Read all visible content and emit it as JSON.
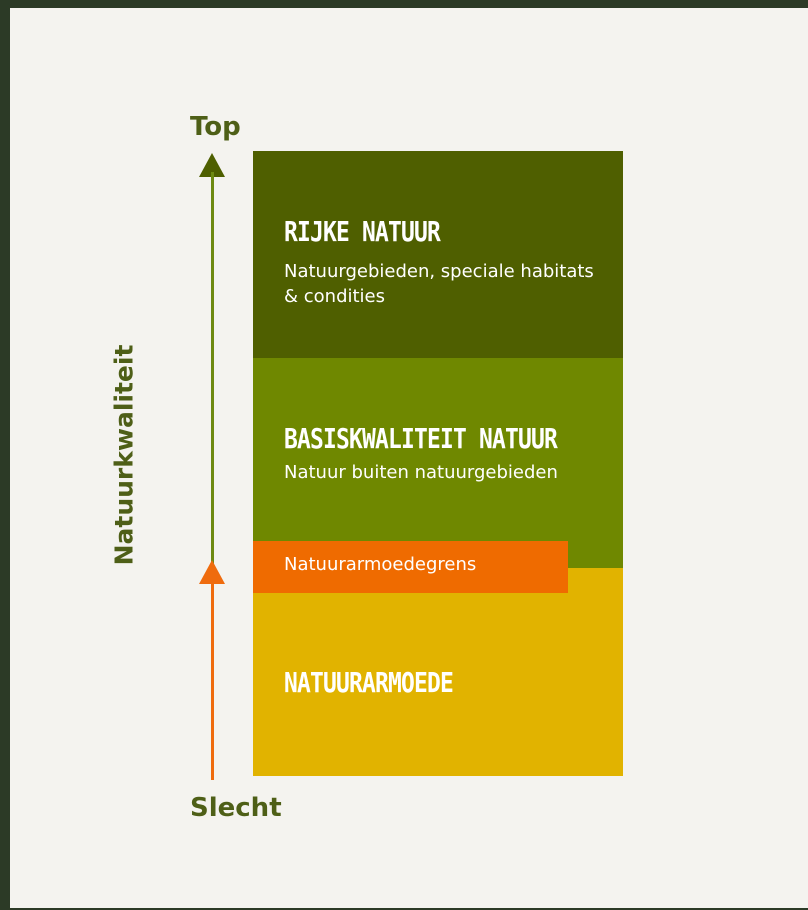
{
  "axis": {
    "top_label": "Top",
    "bottom_label": "Slecht",
    "title": "Natuurkwaliteit"
  },
  "levels": {
    "rich": {
      "title": "RIJKE NATUUR",
      "subtitle": "Natuurgebieden, speciale habitats & condities",
      "color": "#4f5f00"
    },
    "base": {
      "title": "BASISKWALITEIT NATUUR",
      "subtitle": "Natuur buiten natuurgebieden",
      "color": "#6f8800"
    },
    "poor": {
      "title": "NATUURARMOEDE",
      "color": "#e1b300"
    }
  },
  "boundary": {
    "label": "Natuurarmoedegrens",
    "color": "#ef6b00"
  },
  "colors": {
    "axis_green": "#4e5f17",
    "axis_orange": "#ef6b0d",
    "paper": "#f4f3ef"
  }
}
